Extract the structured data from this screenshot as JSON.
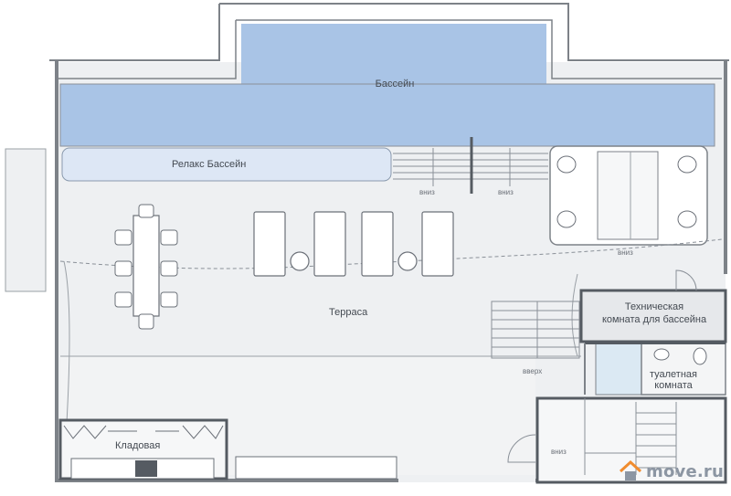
{
  "rooms": {
    "pool": "Бассейн",
    "relax_pool": "Релакс Бассейн",
    "terrace": "Терраса",
    "tech_room_line1": "Техническая",
    "tech_room_line2": "комната для бассейна",
    "toilet_line1": "туалетная",
    "toilet_line2": "комната",
    "storage": "Кладовая"
  },
  "stairs": {
    "down_label_1": "вниз",
    "down_label_2": "вниз",
    "down_label_3": "вниз",
    "up_label": "вверх",
    "down_label_4": "вниз"
  },
  "watermark": {
    "text": "move.ru"
  },
  "colors": {
    "pool_water": "#a9c4e6",
    "relax_pool": "#dde7f5",
    "floor": "#eef0f2",
    "wall": "#7d8288",
    "furniture": "#ffffff",
    "watermark_accent": "#f08c2e"
  }
}
